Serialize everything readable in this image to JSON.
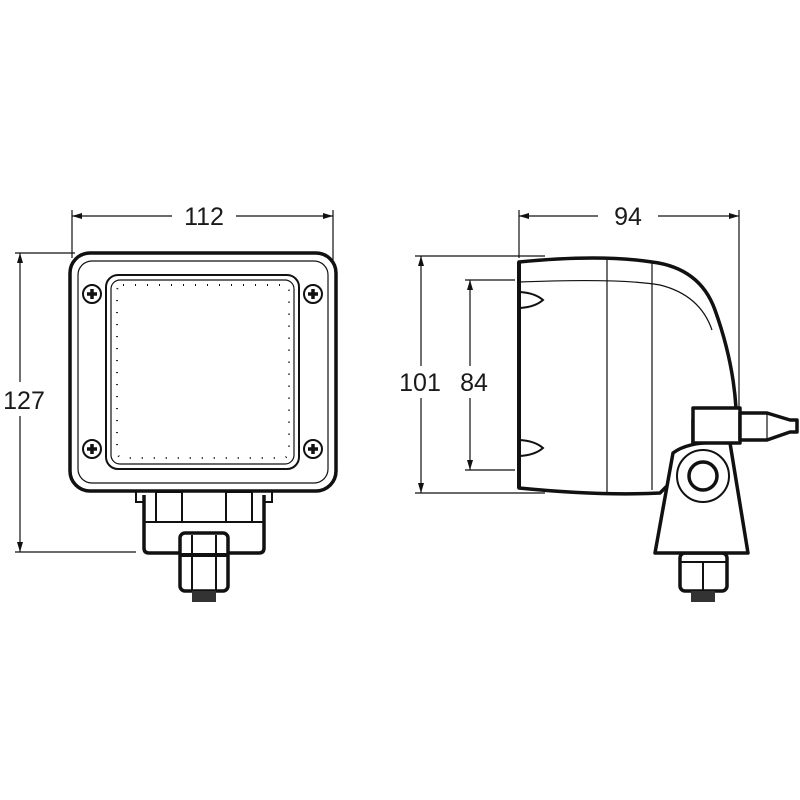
{
  "dimensions": {
    "front_width": "112",
    "front_height": "127",
    "side_depth": "94",
    "side_height": "101",
    "side_mount_spacing": "84"
  },
  "colors": {
    "line": "#111111",
    "background": "#ffffff"
  }
}
